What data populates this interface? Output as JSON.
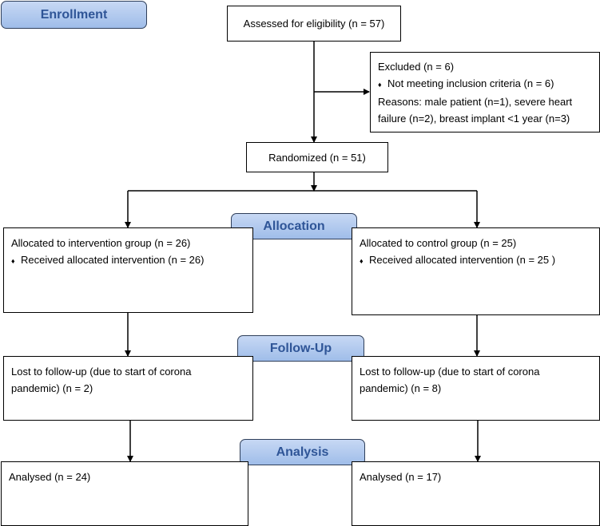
{
  "stages": {
    "enrollment": "Enrollment",
    "allocation": "Allocation",
    "follow_up": "Follow-Up",
    "analysis": "Analysis"
  },
  "boxes": {
    "assessed": "Assessed for eligibility (n = 57)",
    "excluded": {
      "title": "Excluded (n = 6)",
      "bullet": "Not meeting inclusion criteria (n = 6)",
      "reasons_line1": "Reasons: male patient (n=1), severe heart",
      "reasons_line2": "failure (n=2), breast implant <1 year (n=3)"
    },
    "randomized": "Randomized (n = 51)",
    "alloc_intervention": {
      "line1": "Allocated to intervention group (n = 26)",
      "bullet": "Received allocated intervention (n = 26)"
    },
    "alloc_control": {
      "line1": "Allocated to control group (n = 25)",
      "bullet": "Received allocated intervention (n = 25 )"
    },
    "followup_intervention": {
      "line1": "Lost to follow-up (due to start of corona",
      "line2": "pandemic) (n = 2)"
    },
    "followup_control": {
      "line1": "Lost to follow-up (due to start of corona",
      "line2": "pandemic) (n = 8)"
    },
    "analysed_intervention": "Analysed (n = 24)",
    "analysed_control": "Analysed (n = 17)"
  },
  "bullet_glyph": "♦"
}
